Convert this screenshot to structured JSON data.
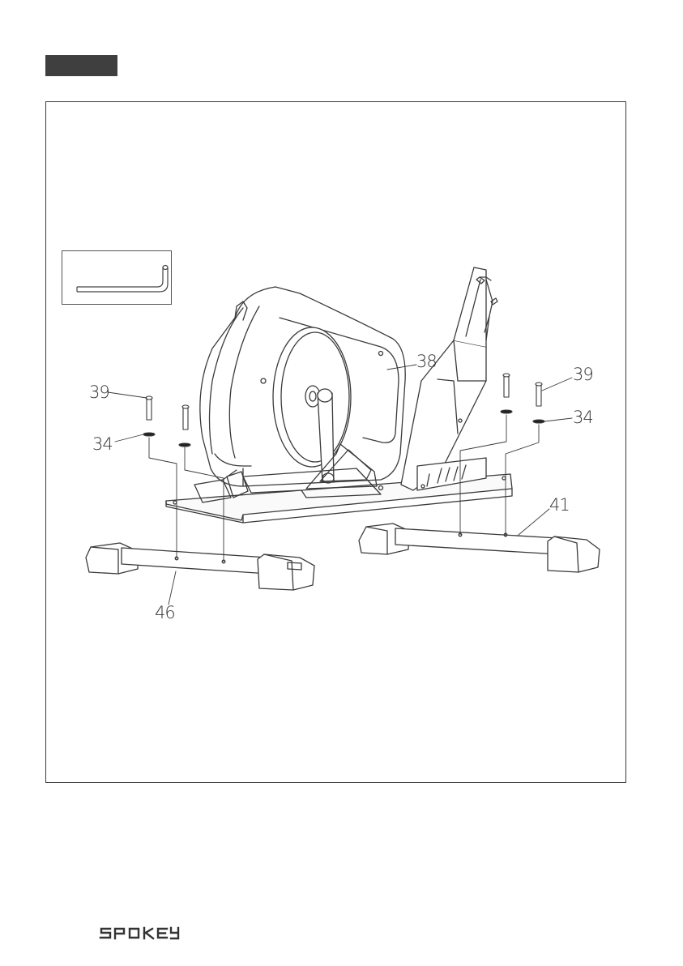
{
  "callouts": {
    "part_39_left": "39",
    "part_34_left": "34",
    "part_46": "46",
    "part_38": "38",
    "part_39_right": "39",
    "part_34_right": "34",
    "part_41": "41"
  },
  "brand": {
    "logo_text": "SPOKEY"
  },
  "colors": {
    "line": "#3a3a3a",
    "tab": "#3f3f3f",
    "paper": "#ffffff"
  }
}
